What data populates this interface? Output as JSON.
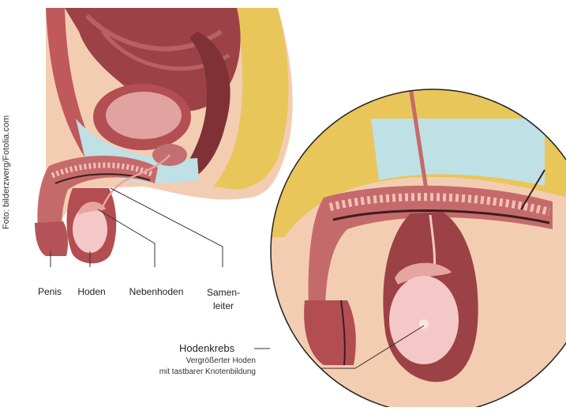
{
  "credit": "Foto: bilderzwerg/Fotolia.com",
  "labels": {
    "penis": "Penis",
    "hoden": "Hoden",
    "nebenhoden": "Nebenhoden",
    "samenleiter_line1": "Samen-",
    "samenleiter_line2": "leiter"
  },
  "callout": {
    "title": "Hodenkrebs",
    "subtitle_line1": "Vergrößerter Hoden",
    "subtitle_line2": "mit tastbarer Knotenbildung"
  },
  "colors": {
    "tissue_dark": "#8c3a3d",
    "tissue_mid": "#c56a6a",
    "tissue_light": "#e7a5a1",
    "skin": "#f3cdb2",
    "fat": "#e9c65a",
    "bladder_fill": "#bfe0e4",
    "testis": "#f4c8c6",
    "lines": "#333333"
  }
}
